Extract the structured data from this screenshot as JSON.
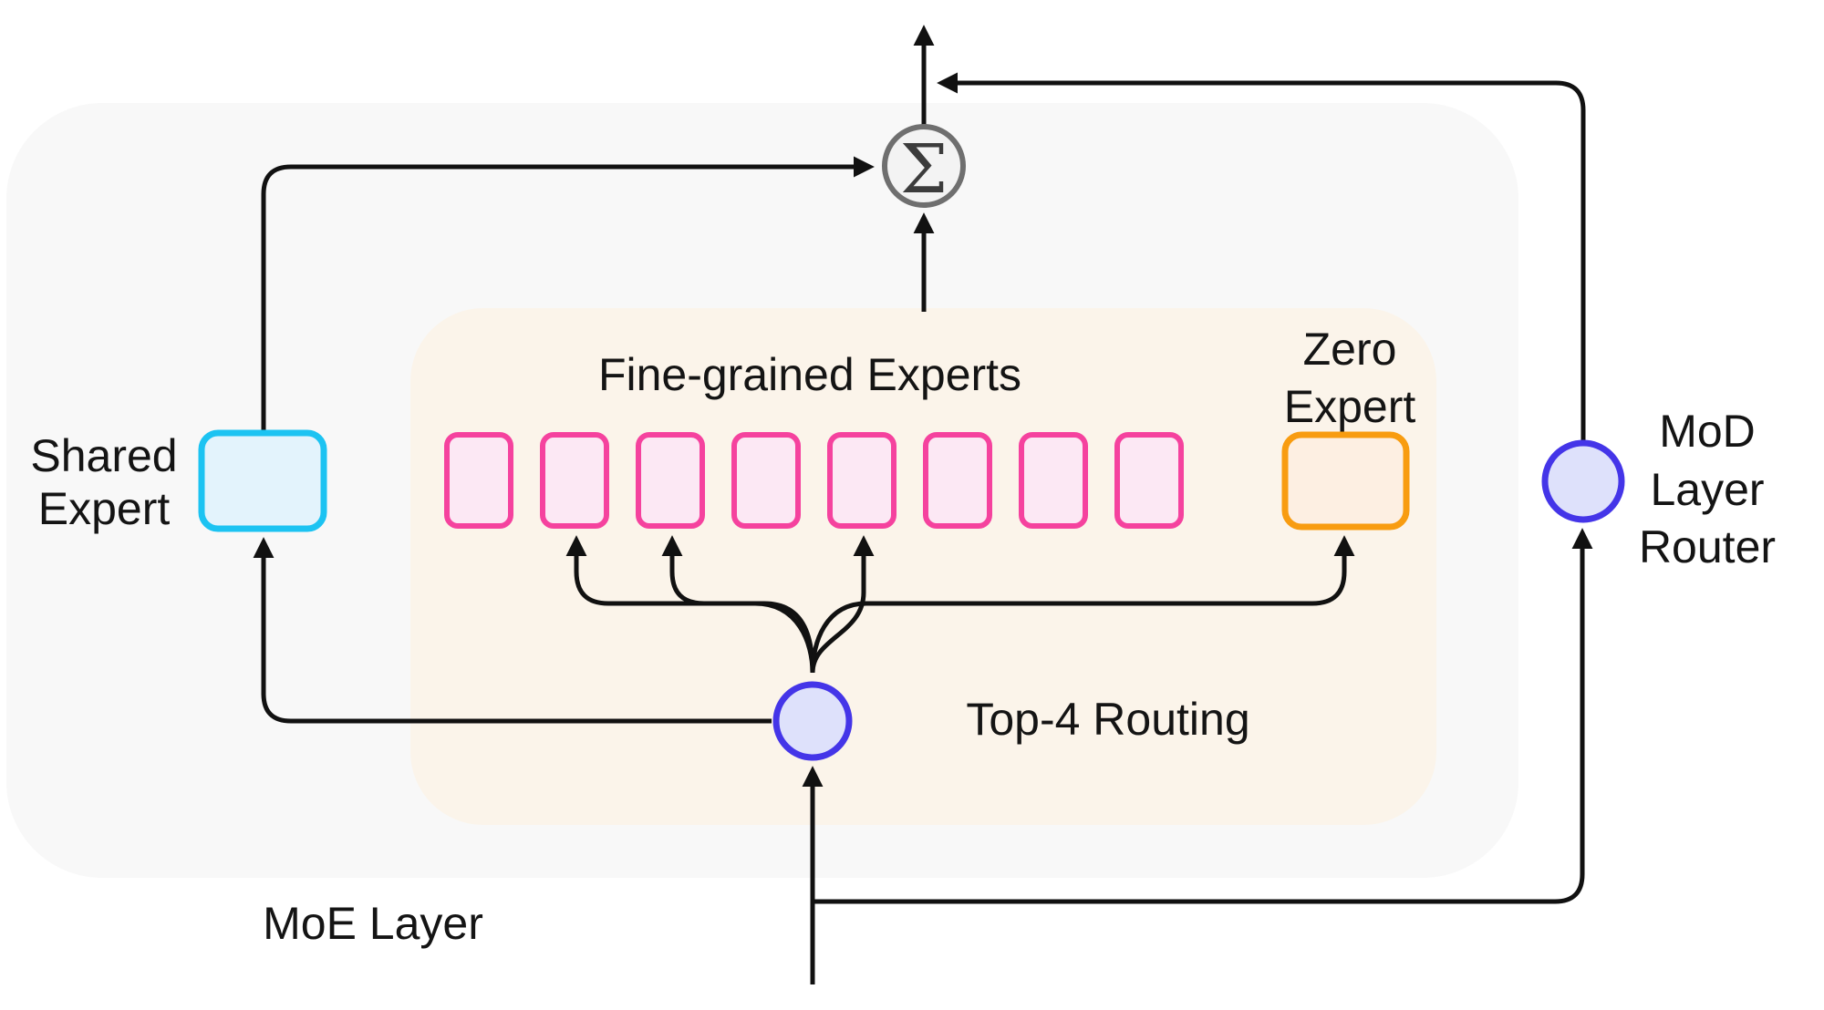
{
  "diagram": {
    "title_context": "MoE Layer with MoD routing diagram",
    "moe_layer_label": "MoE Layer",
    "fine_grained_experts_label": "Fine-grained Experts",
    "top4_routing_label": "Top-4 Routing",
    "sum_symbol": "Σ",
    "shared_expert": {
      "line1": "Shared",
      "line2": "Expert"
    },
    "zero_expert": {
      "line1": "Zero",
      "line2": "Expert"
    },
    "mod_router": {
      "line1": "MoD",
      "line2": "Layer",
      "line3": "Router"
    },
    "fine_grained_expert_count": 8,
    "routed_expert_indices": [
      2,
      3,
      5
    ],
    "zero_expert_routed": true,
    "colors": {
      "line": "#111111",
      "moe_bg": "#f8f8f8",
      "experts_bg": "#fbf4ea",
      "expert_pink_stroke": "#f5429e",
      "expert_pink_fill": "#fce8f4",
      "zero_stroke": "#f89c10",
      "zero_fill": "#fdefe2",
      "shared_stroke": "#1cc3f2",
      "shared_fill": "#e3f3fc",
      "router_stroke": "#4435e8",
      "router_fill": "#dee1fb",
      "sum_stroke": "#6f6f6f",
      "sum_fill": "#f3f3f3"
    }
  }
}
